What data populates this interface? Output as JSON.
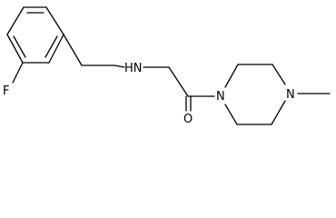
{
  "molecule": {
    "atoms": {
      "fluorine": "F",
      "amine_nitrogen": "HN",
      "carbonyl_oxygen": "O",
      "piperazine_nitrogen_1": "N",
      "piperazine_nitrogen_4": "N"
    }
  }
}
